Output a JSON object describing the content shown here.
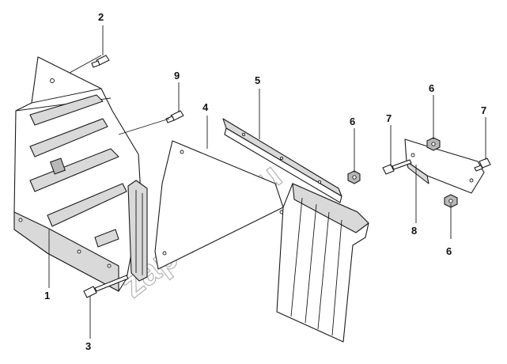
{
  "callouts": [
    {
      "id": "1",
      "label": "1"
    },
    {
      "id": "2",
      "label": "2"
    },
    {
      "id": "3",
      "label": "3"
    },
    {
      "id": "4",
      "label": "4"
    },
    {
      "id": "5",
      "label": "5"
    },
    {
      "id": "6a",
      "label": "6"
    },
    {
      "id": "6b",
      "label": "6"
    },
    {
      "id": "6c",
      "label": "6"
    },
    {
      "id": "7a",
      "label": "7"
    },
    {
      "id": "7b",
      "label": "7"
    },
    {
      "id": "8",
      "label": "8"
    },
    {
      "id": "9",
      "label": "9"
    }
  ],
  "watermark": "zap-kam.ru"
}
